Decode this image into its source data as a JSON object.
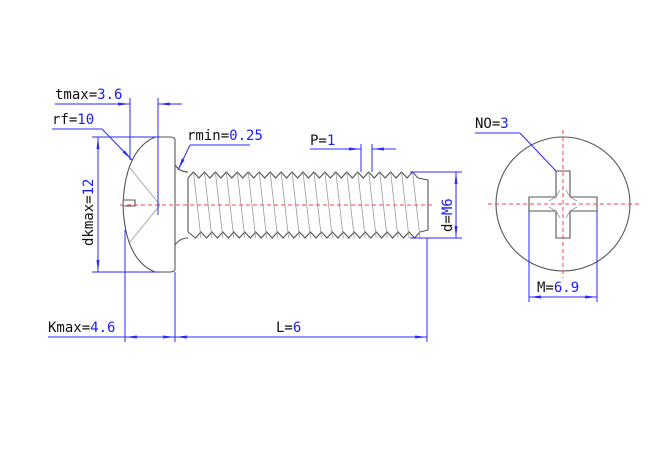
{
  "dimensions": {
    "tmax": {
      "name": "tmax=",
      "value": "3.6"
    },
    "rf": {
      "name": "rf=",
      "value": "10"
    },
    "rmin": {
      "name": "rmin=",
      "value": "0.25"
    },
    "pitch": {
      "name": "P=",
      "value": "1"
    },
    "dkmax": {
      "name": "dkmax=",
      "value": "12"
    },
    "d": {
      "name": "d=",
      "value": "M6"
    },
    "kmax": {
      "name": "Kmax=",
      "value": "4.6"
    },
    "length": {
      "name": "L=",
      "value": "6"
    },
    "recess_no": {
      "name": "NO=",
      "value": "3"
    },
    "recess_m": {
      "name": "M=",
      "value": "6.9"
    }
  },
  "colors": {
    "dimension": "#2b2bff",
    "centerline": "#ff4040",
    "outline": "#555555"
  }
}
